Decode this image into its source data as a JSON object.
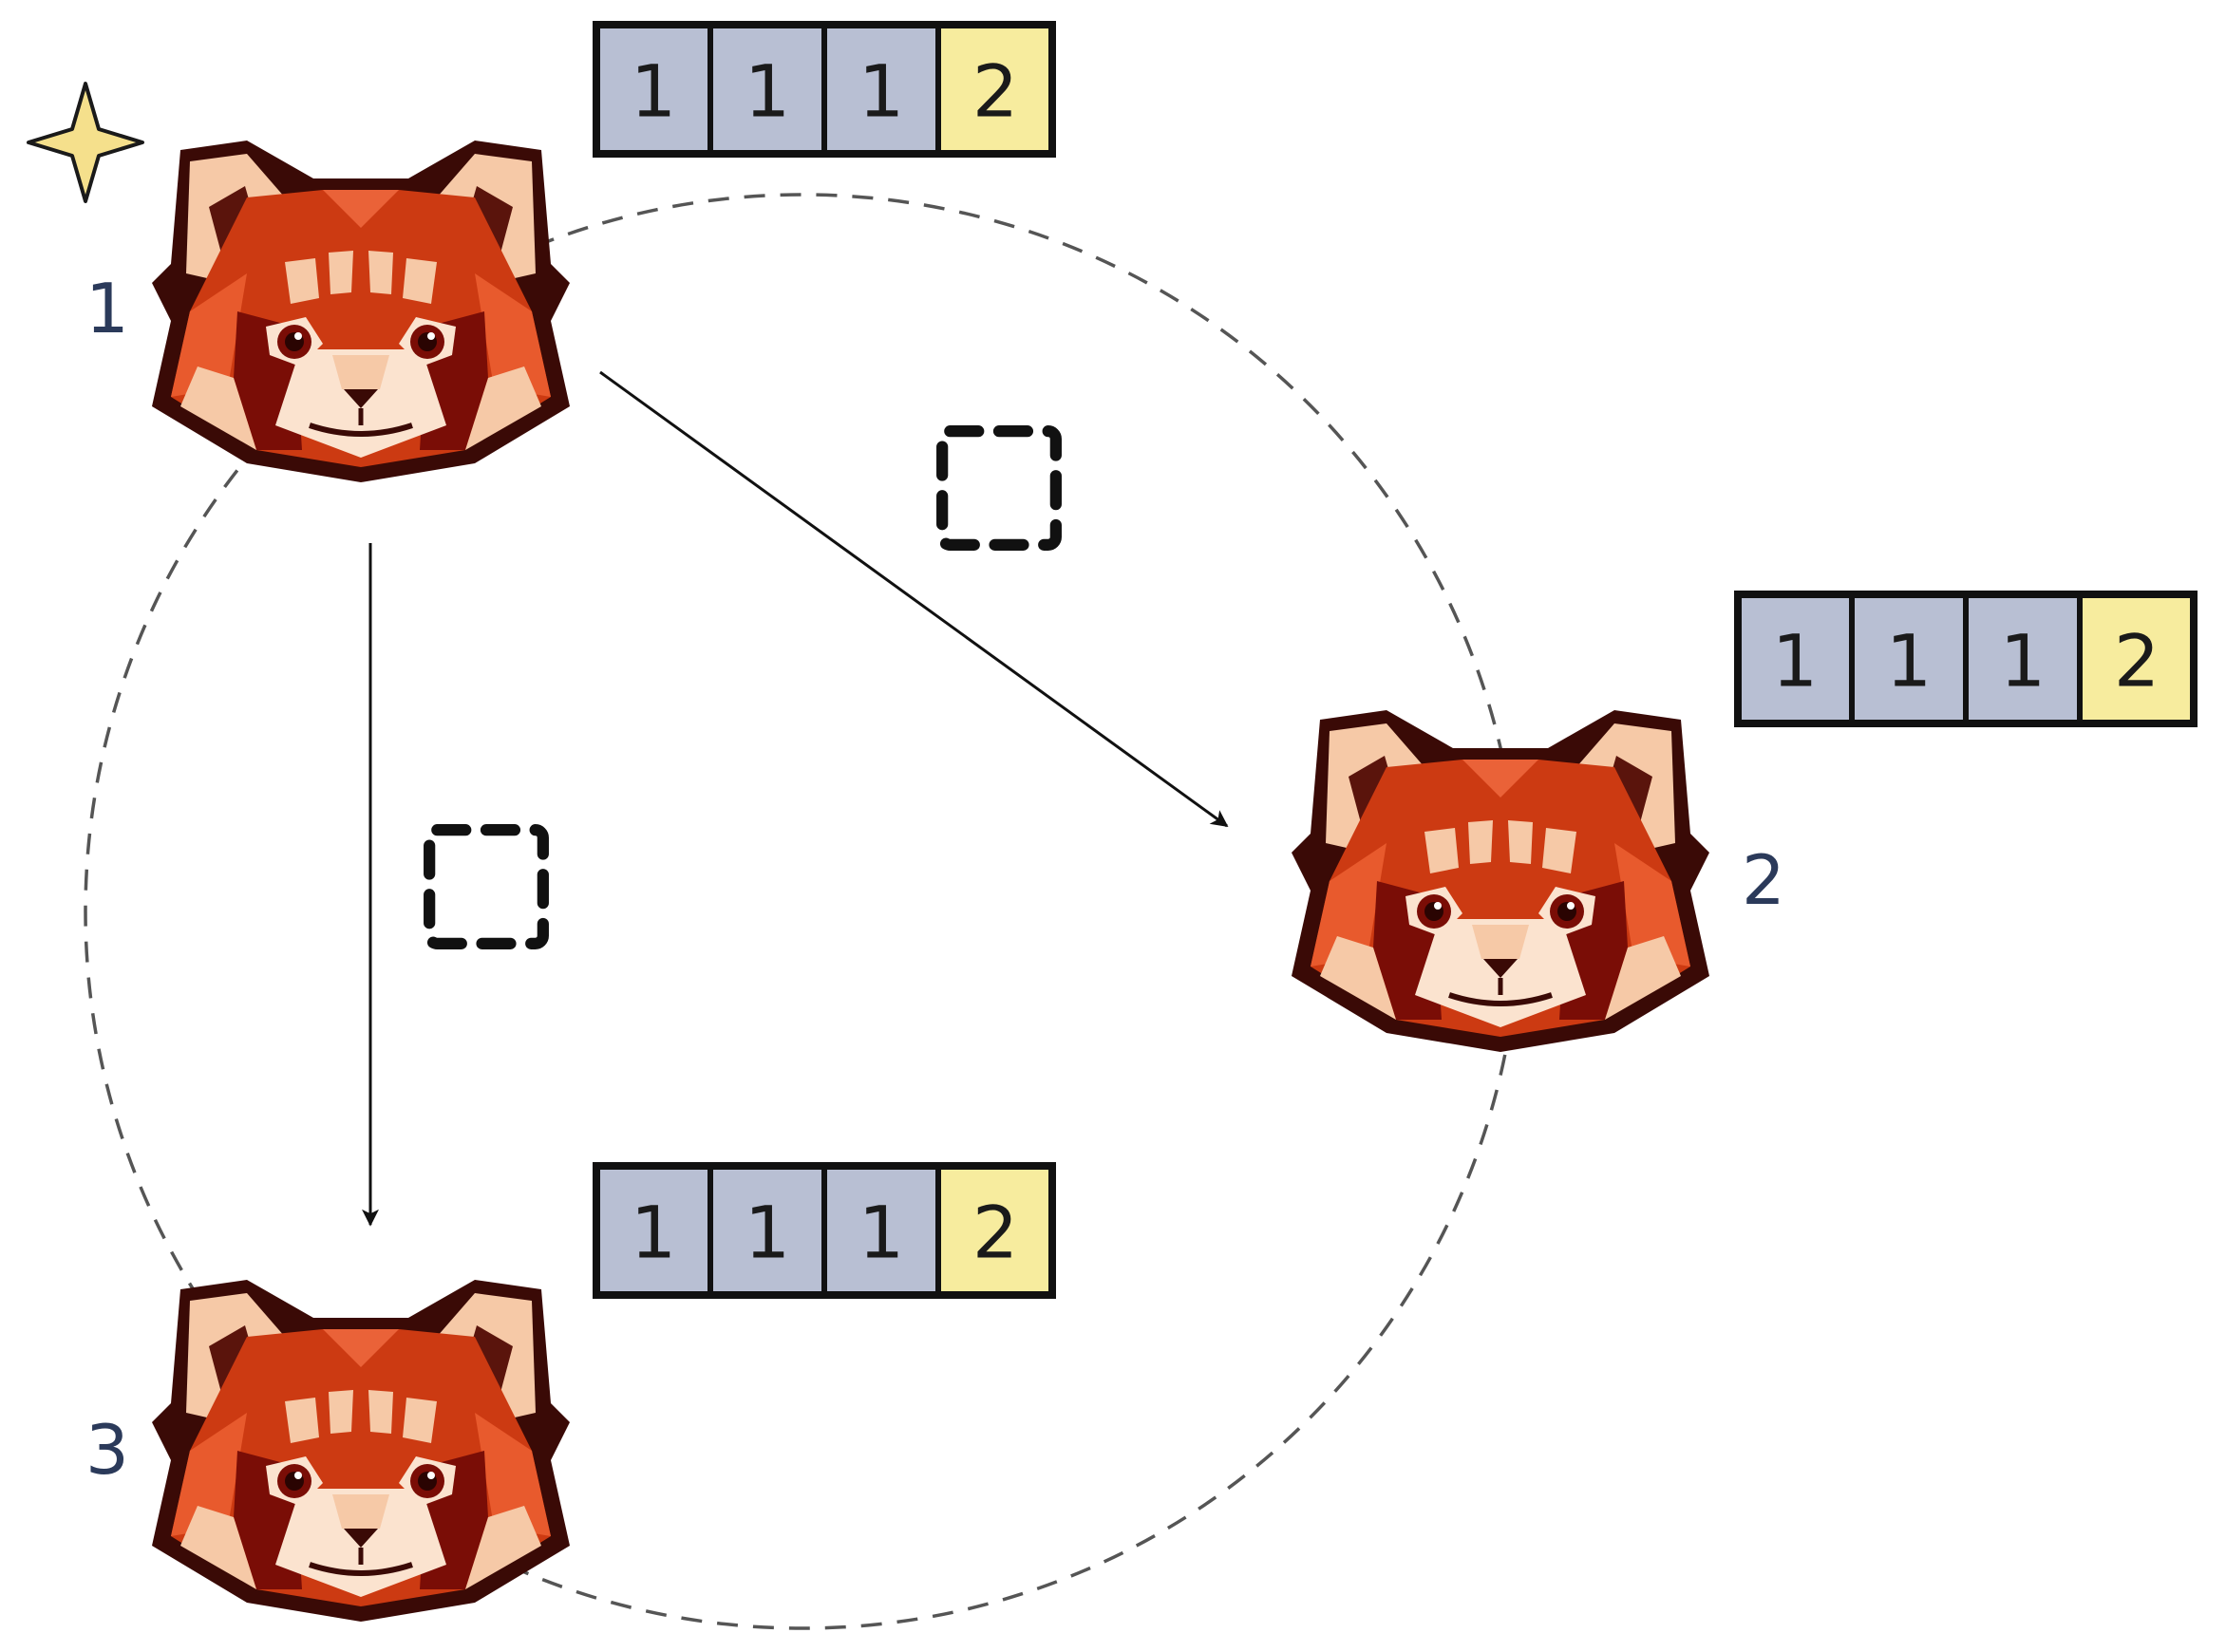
{
  "nodes": [
    {
      "id": "1",
      "label": "1",
      "leader": true
    },
    {
      "id": "2",
      "label": "2",
      "leader": false
    },
    {
      "id": "3",
      "label": "3",
      "leader": false
    }
  ],
  "logs": [
    {
      "node": "1",
      "entries": [
        "1",
        "1",
        "1",
        "2"
      ]
    },
    {
      "node": "2",
      "entries": [
        "1",
        "1",
        "1",
        "2"
      ]
    },
    {
      "node": "3",
      "entries": [
        "1",
        "1",
        "1",
        "2"
      ]
    }
  ],
  "colors": {
    "committed_entry": "#b8bfd3",
    "new_entry": "#f7ec9e",
    "entry_border": "#111111",
    "ring": "#555555",
    "arrow": "#111111",
    "message": "#111111",
    "leader_star": "#f5e08c",
    "label": "#2b3a5a"
  },
  "icons": {
    "leader": "star-icon",
    "node": "red-panda-icon",
    "message": "empty-message-icon"
  }
}
